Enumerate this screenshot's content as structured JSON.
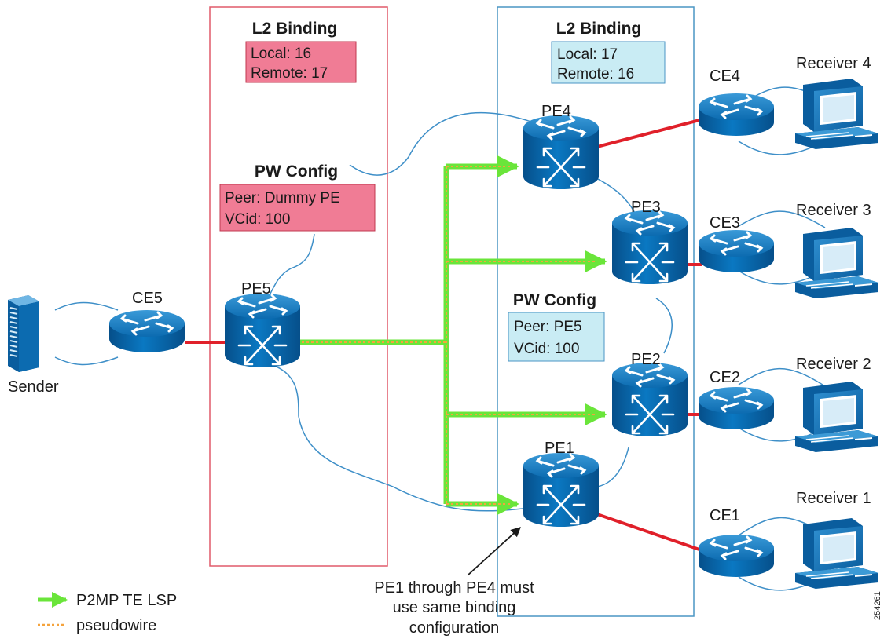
{
  "colors": {
    "left_frame": "#e05a6a",
    "right_frame": "#4a95c4",
    "pink_fill": "#f07c95",
    "cyan_fill": "#c9ecf4",
    "router_blue": "#0a6fb8",
    "cloud": "#3e8fc8",
    "lsp_green": "#6ae53a",
    "pseudowire_orange": "#f5a33c",
    "link_red": "#e0202a"
  },
  "left_panel": {
    "l2_title": "L2 Binding",
    "l2_local": "Local: 16",
    "l2_remote": "Remote: 17",
    "pw_title": "PW Config",
    "pw_peer": "Peer: Dummy PE",
    "pw_vcid": "VCid: 100"
  },
  "right_panel": {
    "l2_title": "L2 Binding",
    "l2_local": "Local: 17",
    "l2_remote": "Remote: 16",
    "pw_title": "PW Config",
    "pw_peer": "Peer: PE5",
    "pw_vcid": "VCid: 100"
  },
  "nodes": {
    "sender": "Sender",
    "ce5": "CE5",
    "pe5": "PE5",
    "pe4": "PE4",
    "pe3": "PE3",
    "pe2": "PE2",
    "pe1": "PE1",
    "ce4": "CE4",
    "ce3": "CE3",
    "ce2": "CE2",
    "ce1": "CE1",
    "receiver4": "Receiver 4",
    "receiver3": "Receiver 3",
    "receiver2": "Receiver 2",
    "receiver1": "Receiver 1"
  },
  "annotation": {
    "line1": "PE1 through PE4 must",
    "line2": "use same binding",
    "line3": "configuration"
  },
  "legend": {
    "lsp_label": "P2MP TE LSP",
    "pseudowire_label": "pseudowire"
  },
  "figure_id": "254261"
}
